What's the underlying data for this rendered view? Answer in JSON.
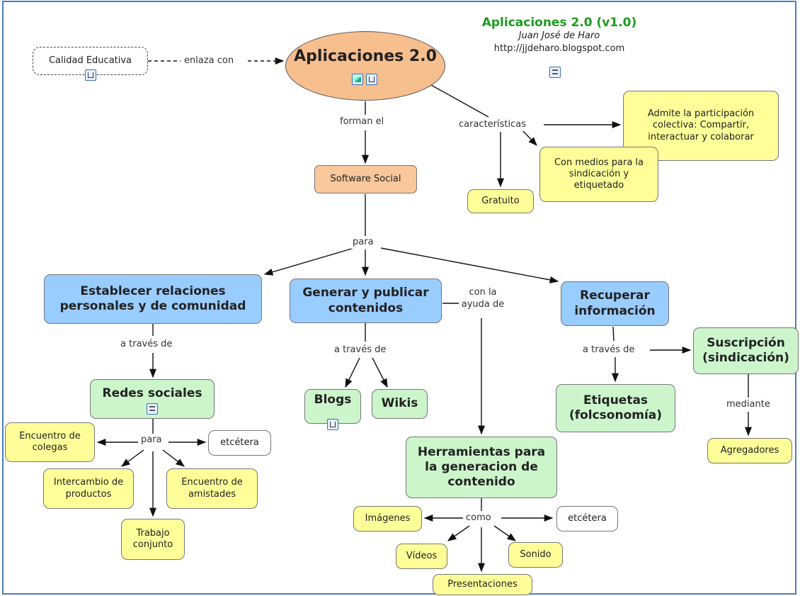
{
  "header": {
    "title": "Aplicaciones 2.0 (v1.0)",
    "author": "Juan José de Haro",
    "url": "http://jjdeharo.blogspot.com",
    "title_color": "#1f9a1f"
  },
  "nodes": {
    "root": "Aplicaciones 2.0",
    "calidad": "Calidad Educativa",
    "software": "Software Social",
    "gratuito": "Gratuito",
    "participacion": "Admite la participación colectiva: Compartir, interactuar y colaborar",
    "medios": "Con medios para la sindicación y etiquetado",
    "establecer": "Establecer relaciones personales y de comunidad",
    "generar": "Generar y publicar contenidos",
    "recuperar": "Recuperar información",
    "redes": "Redes sociales",
    "blogs": "Blogs",
    "wikis": "Wikis",
    "etiquetas": "Etiquetas (folcsonomía)",
    "suscripcion": "Suscripción (sindicación)",
    "agregadores": "Agregadores",
    "encuentro_colegas": "Encuentro de colegas",
    "etcetera1": "etcétera",
    "intercambio": "Intercambio de productos",
    "encuentro_amistades": "Encuentro de amistades",
    "trabajo": "Trabajo conjunto",
    "herramientas": "Herramientas para la generacion de contenido",
    "imagenes": "Imágenes",
    "etcetera2": "etcétera",
    "videos": "Vídeos",
    "sonido": "Sonido",
    "presentaciones": "Presentaciones"
  },
  "links": {
    "enlaza": "enlaza con",
    "forman": "forman el",
    "caracteristicas": "características",
    "para1": "para",
    "con_ayuda": "con la ayuda de",
    "atraves1": "a través de",
    "atraves2": "a través de",
    "atraves3": "a través de",
    "mediante": "mediante",
    "para2": "para",
    "como": "como"
  },
  "icons": {
    "calidad": "concept-map-icon",
    "root_image": "image-icon",
    "root_map": "concept-map-icon",
    "header_doc": "document-icon",
    "redes_doc": "document-icon",
    "blogs_map": "concept-map-icon"
  },
  "colors": {
    "root": "#f7be8e",
    "yellow": "#ffff99",
    "green": "#ccf5cc",
    "blue": "#99ccff",
    "orange": "#f8c79c",
    "frame": "#4a7fc1"
  }
}
